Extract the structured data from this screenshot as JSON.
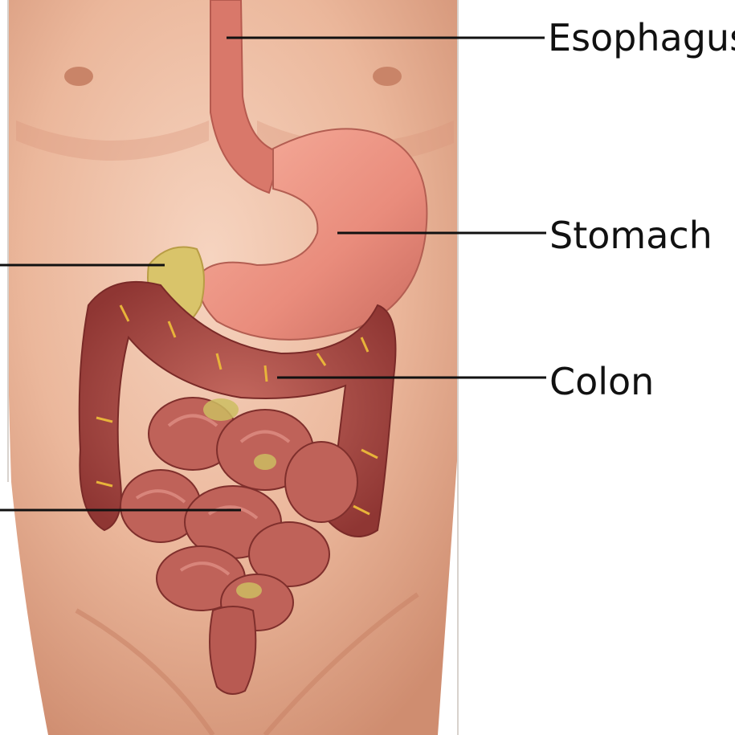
{
  "labels": {
    "esophagus": "Esophagus",
    "stomach": "Stomach",
    "colon": "Colon"
  },
  "colors": {
    "skin_light": "#f2c5ae",
    "skin_mid": "#e3a788",
    "skin_shadow": "#c98468",
    "organ_pink": "#e98c7c",
    "intestine_dark": "#9c3e3a",
    "intestine_mid": "#c0625a",
    "fat_yellow": "#d9c46a",
    "vessel_orange": "#e8b43a",
    "leader_line": "#111111"
  },
  "icons": {
    "torso": "human-torso-illustration"
  }
}
